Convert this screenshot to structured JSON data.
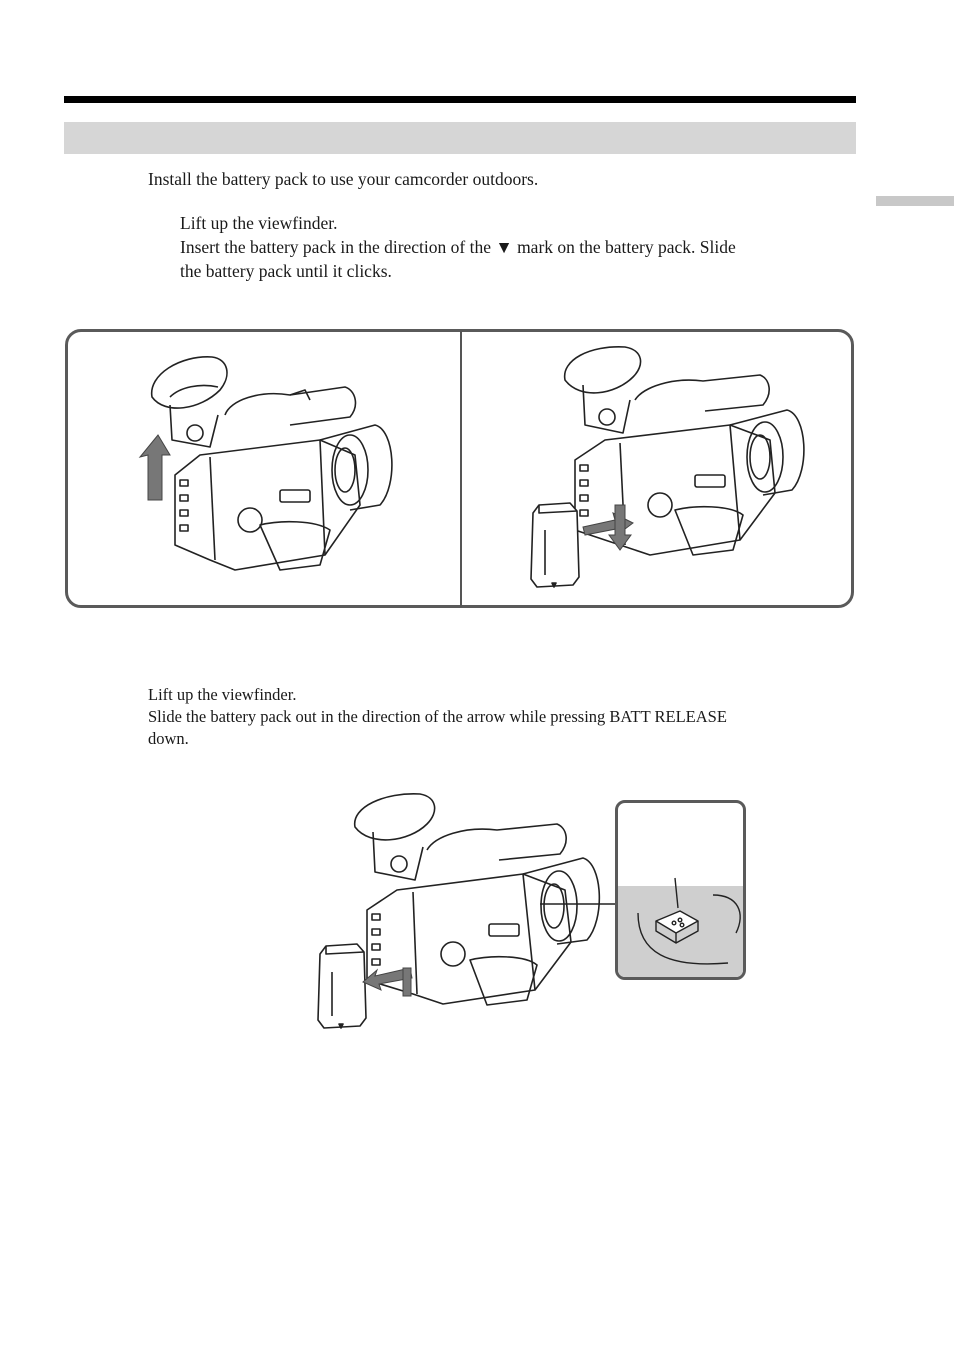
{
  "intro": "Install the battery pack to use your camcorder outdoors.",
  "install_steps": [
    "Lift up the viewfinder.",
    "Insert the battery pack in the direction of the ▼ mark on the battery pack. Slide",
    "the battery pack until it clicks."
  ],
  "remove_steps": [
    "Lift up the viewfinder.",
    "Slide the battery pack out in the direction of the arrow while pressing BATT RELEASE",
    "down."
  ],
  "icons": [
    "up-arrow-icon",
    "slide-arrow-icon",
    "down-arrow-icon"
  ],
  "colors": {
    "rule": "#000000",
    "band": "#d6d6d6",
    "panel_border": "#5a5a5a",
    "inset_fill": "#cfcfcf"
  }
}
